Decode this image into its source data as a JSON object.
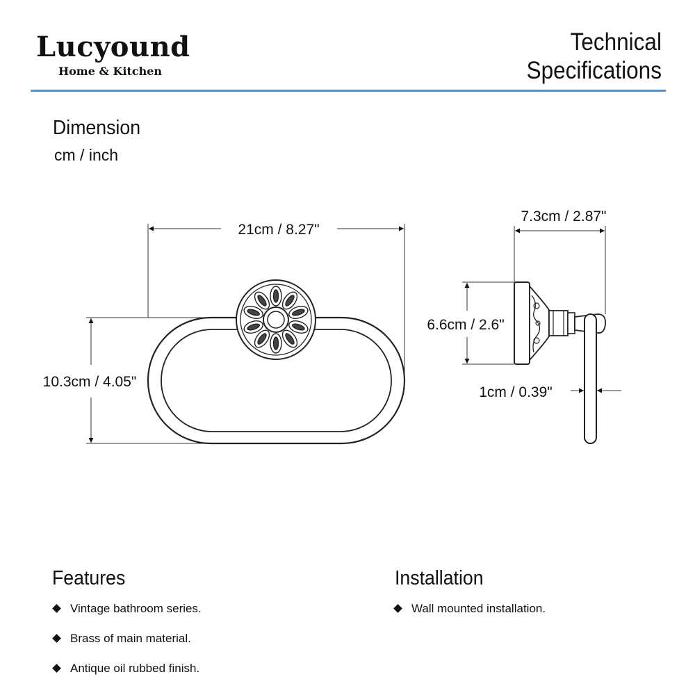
{
  "brand": {
    "name": "Lucyound",
    "subtitle": "Home & Kitchen"
  },
  "header": {
    "title_line1": "Technical",
    "title_line2": "Specifications",
    "rule_color": "#5b8fc4"
  },
  "dimension": {
    "title": "Dimension",
    "units": "cm / inch",
    "labels": {
      "width": "21cm / 8.27\"",
      "height": "10.3cm / 4.05\"",
      "depth": "7.3cm / 2.87\"",
      "base_height": "6.6cm / 2.6\"",
      "ring_thickness": "1cm / 0.39\""
    }
  },
  "features": {
    "title": "Features",
    "items": [
      "Vintage bathroom series.",
      "Brass of main material.",
      "Antique oil rubbed finish."
    ]
  },
  "installation": {
    "title": "Installation",
    "items": [
      "Wall mounted installation."
    ]
  }
}
